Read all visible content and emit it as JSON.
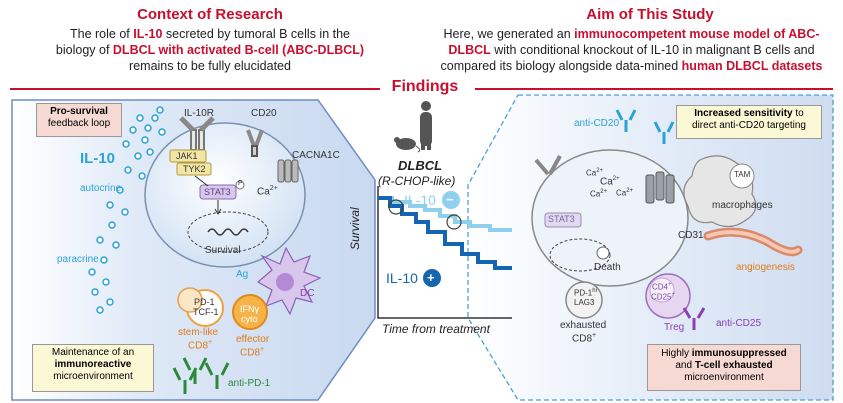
{
  "context": {
    "heading": "Context of Research",
    "p1": "The role of ",
    "p1_red": "IL-10",
    "p2": " secreted by tumoral B cells in the",
    "p3": "biology of ",
    "p3_red": "DLBCL with activated B-cell (ABC-DLBCL)",
    "p4": "remains to be fully elucidated"
  },
  "aim": {
    "heading": "Aim of This Study",
    "p1": "Here, we generated an ",
    "p1_red": "immunocompetent mouse model of ABC-",
    "p2_red": "DLBCL",
    "p2": " with conditional knockout of IL-10 in malignant B cells and",
    "p3": "compared its biology alongside data-mined ",
    "p3_red": "human DLBCL datasets"
  },
  "findings": {
    "heading": "Findings"
  },
  "left": {
    "prosurvival_bold": "Pro-survival",
    "prosurvival_rest": "feedback loop",
    "il10": "IL-10",
    "il10r": "IL-10R",
    "cd20": "CD20",
    "jak1": "JAK1",
    "tyk2": "TYK2",
    "stat3": "STAT3",
    "p": "P",
    "ca": "Ca",
    "ca_sup": "2+",
    "cacna1c": "CACNA1C",
    "survival": "Survival",
    "autocrine": "autocrine",
    "paracrine": "paracrine",
    "ag": "Ag",
    "dc": "DC",
    "pd1": "PD-1",
    "tcf1": "TCF-1",
    "ifng": "IFNγ",
    "cyto": "cyto",
    "stemlike": "stem-like",
    "cd8": "CD8",
    "cd8_sup": "+",
    "effector": "effector",
    "maint_1": "Maintenance of an",
    "maint_bold": "immunoreactive",
    "maint_3": "microenvironment",
    "antipd1": "anti-PD-1"
  },
  "center": {
    "dlbcl": "DLBCL",
    "rchop": "(R-CHOP-like)",
    "ylabel": "Survival",
    "xlabel": "Time from treatment",
    "il10_minus": "IL-10",
    "il10_plus": "IL-10",
    "minus": "−",
    "plus": "+"
  },
  "right": {
    "inc_bold": "Increased sensitivity",
    "inc_rest": " to",
    "inc_line2": "direct anti-CD20 targeting",
    "anticd20": "anti-CD20",
    "stat3": "STAT3",
    "ca_lines": [
      "Ca",
      "Ca",
      "Ca",
      "Ca"
    ],
    "ca_sup": "2+",
    "death": "Death",
    "tam": "TAM",
    "macrophages": "macrophages",
    "cd31": "CD31",
    "angiogenesis": "angiogenesis",
    "pd1hi": "PD-1",
    "pd1hi_sup": "hi",
    "lag3": "LAG3",
    "exhausted": "exhausted",
    "cd8": "CD8",
    "cd8_sup": "+",
    "cd4": "CD4",
    "cd25": "CD25",
    "sup_plus": "+",
    "treg": "Treg",
    "anticd25": "anti-CD25",
    "highly": "Highly ",
    "highly_bold": "immunosuppressed",
    "and": "and ",
    "tcell_bold": "T-cell exhausted",
    "micro": "microenvironment"
  },
  "colors": {
    "red": "#c8102e",
    "light_blue_curve": "#8fd0ee",
    "dark_blue_curve": "#1565b0",
    "panel_bg": "#dbe6f6",
    "pink_box": "#f6d9d2",
    "yellow_box": "#fbf8d6"
  }
}
